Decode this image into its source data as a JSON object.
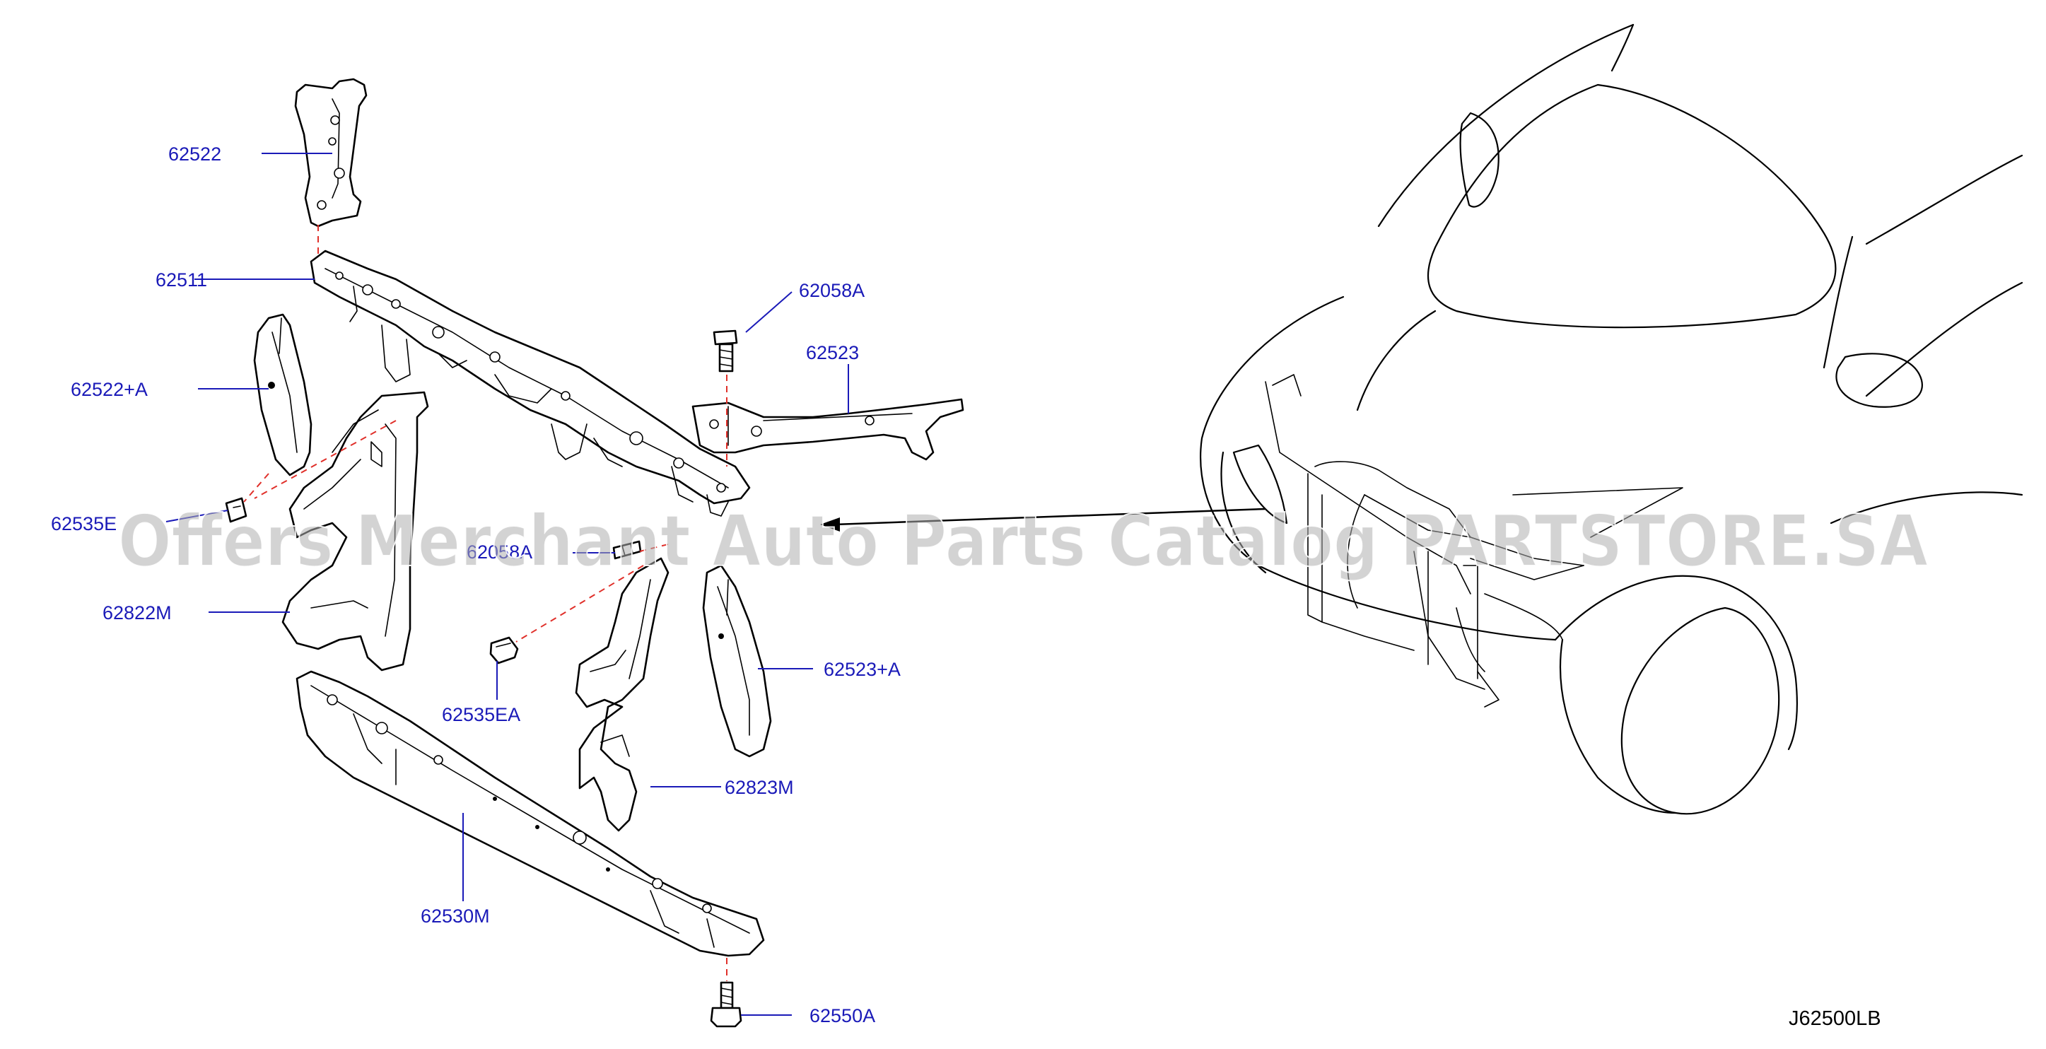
{
  "diagram_code": "J62500LB",
  "watermark": "Offers Merchant Auto Parts Catalog PARTSTORE.SA",
  "parts": {
    "p62522": "62522",
    "p62511": "62511",
    "p62058A": "62058A",
    "p62523": "62523",
    "p62522A": "62522+A",
    "p62535E": "62535E",
    "p62058A_2": "62058A",
    "p62822M": "62822M",
    "p62535EA": "62535EA",
    "p62523A": "62523+A",
    "p62823M": "62823M",
    "p62530M": "62530M",
    "p62550A": "62550A"
  },
  "colors": {
    "label": "#1a1ab8",
    "leader": "#1a1ab8",
    "guide_dash": "#e0302a",
    "line": "#000000"
  }
}
